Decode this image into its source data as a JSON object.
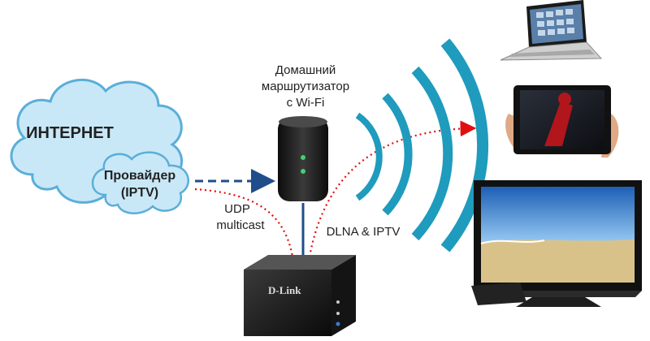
{
  "labels": {
    "internet": "ИНТЕРНЕТ",
    "provider_line1": "Провайдер",
    "provider_line2": "(IPTV)",
    "router_line1": "Домашний",
    "router_line2": "маршрутизатор",
    "router_line3": "с Wi-Fi",
    "udp_line1": "UDP",
    "udp_line2": "multicast",
    "dlna": "DLNA & IPTV",
    "nas_brand": "D-Link"
  },
  "colors": {
    "cloud_fill": "#c9e8f7",
    "cloud_stroke": "#5aaed9",
    "wifi_arcs": "#1f9bbd",
    "dashed_link": "#1f4e8a",
    "dotted_stream": "#e01010",
    "device_body": "#1a1a1a"
  },
  "icons": {
    "cloud": "cloud-icon",
    "router": "router-icon",
    "nas": "nas-storage-icon",
    "laptop": "laptop-icon",
    "tablet": "tablet-icon",
    "tv": "tv-icon",
    "wifi": "wifi-waves-icon"
  }
}
